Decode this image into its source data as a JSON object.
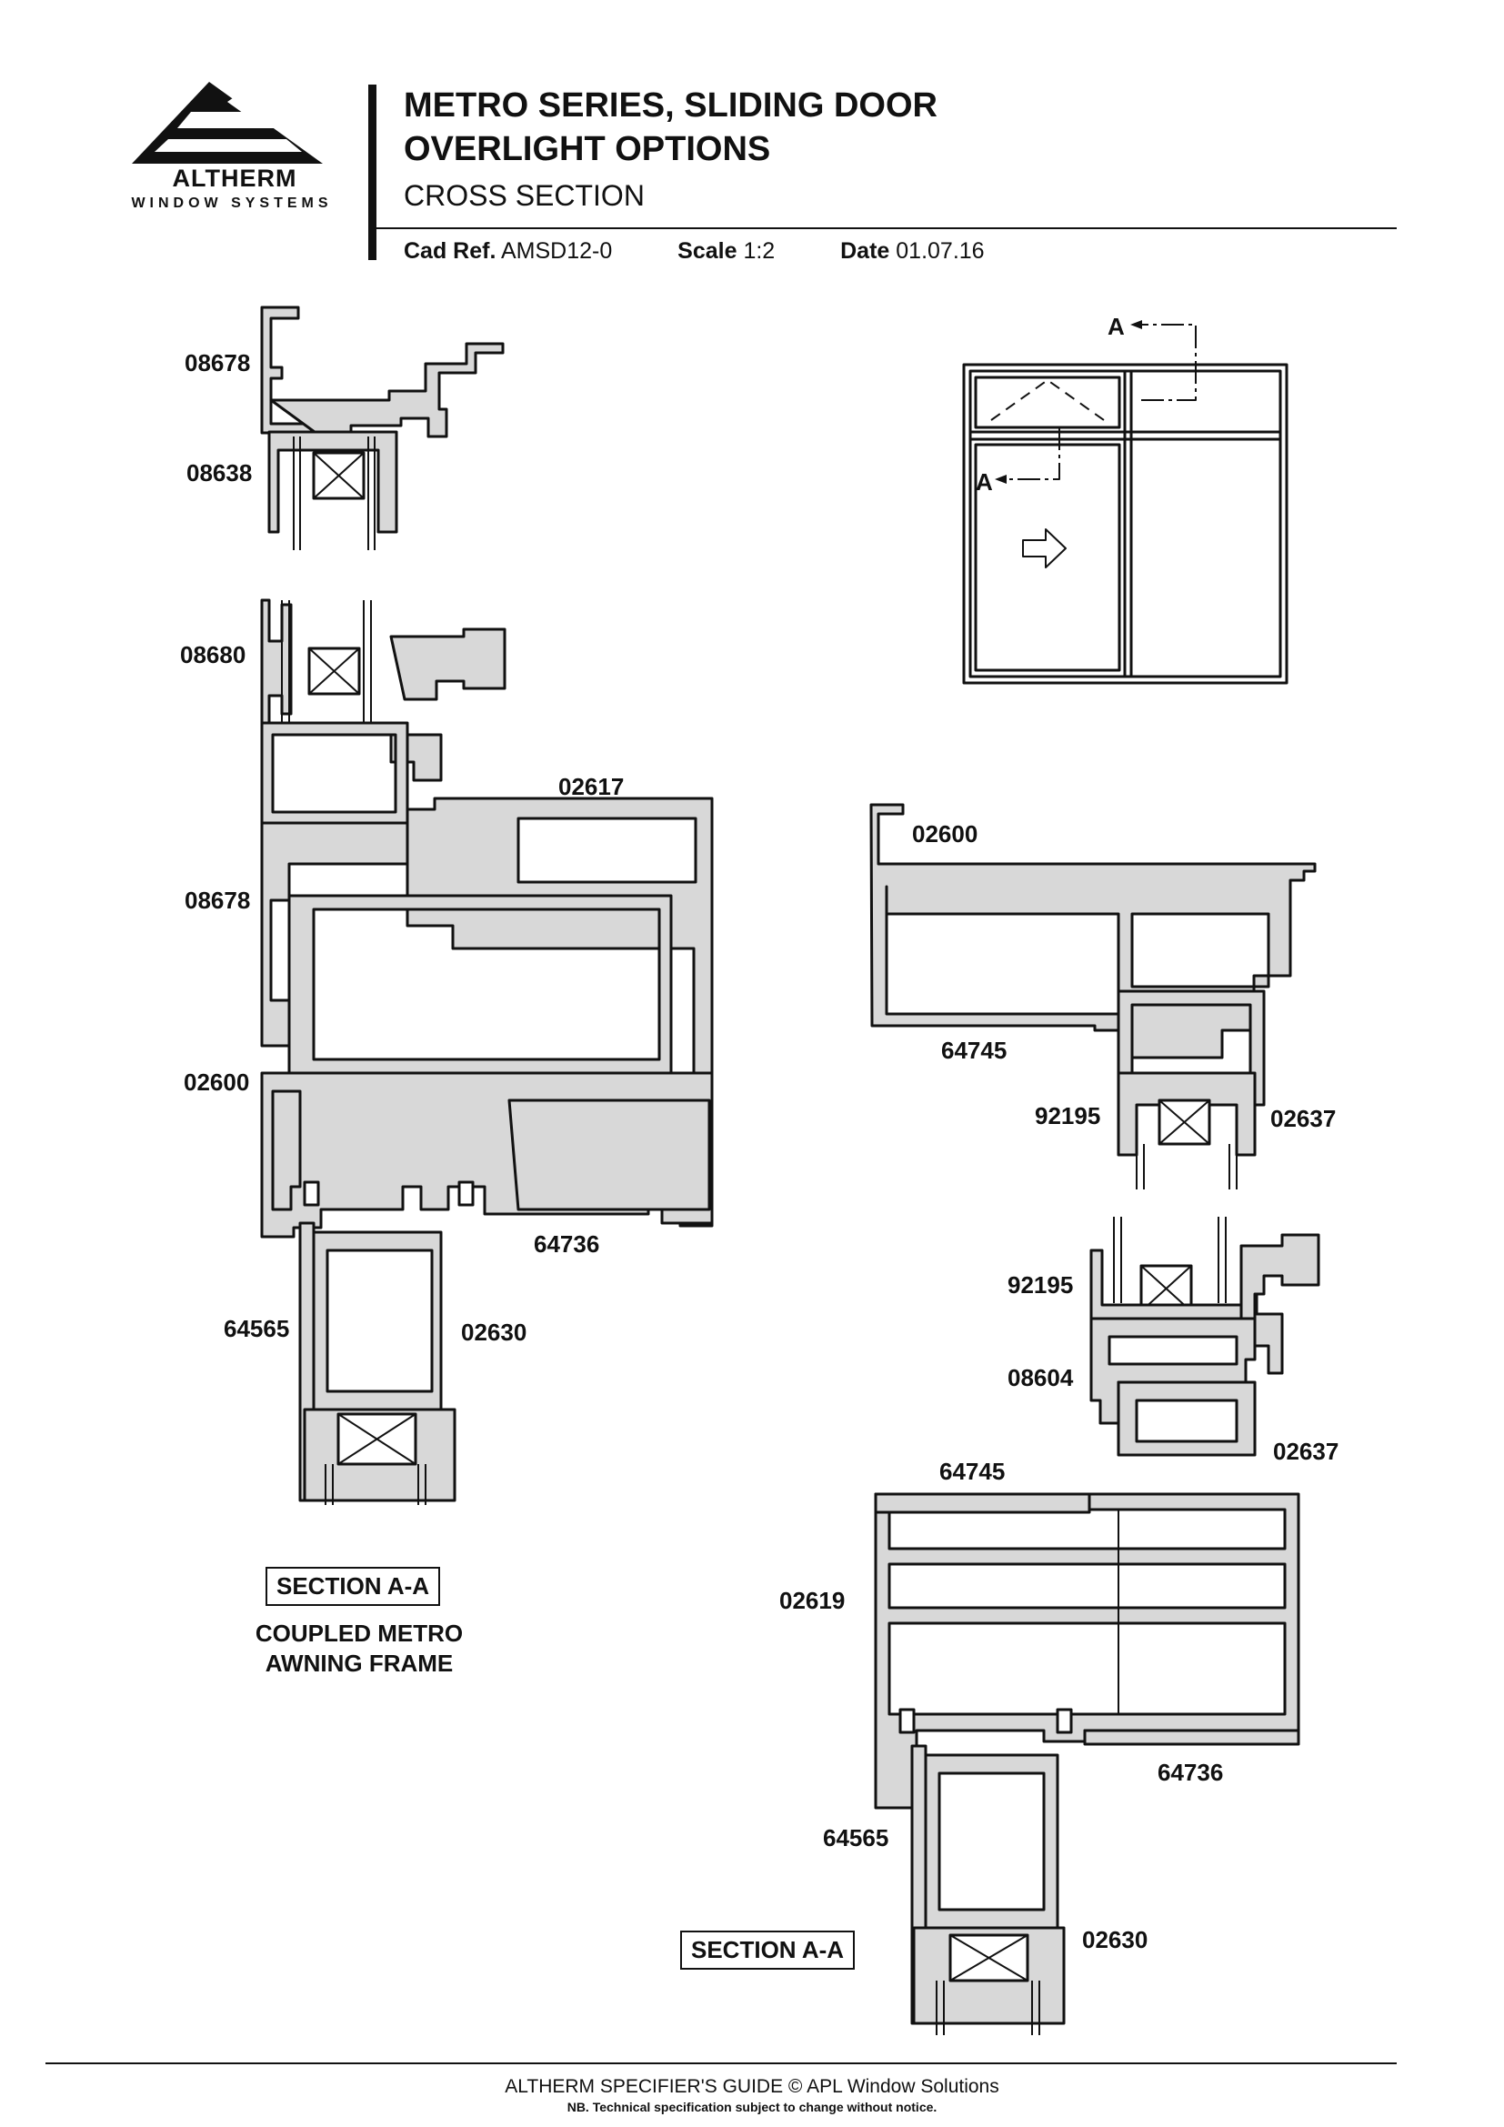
{
  "brand": {
    "name": "ALTHERM",
    "tagline": "WINDOW SYSTEMS"
  },
  "title": {
    "line1": "METRO SERIES, SLIDING DOOR",
    "line2": "OVERLIGHT OPTIONS",
    "subtitle": "CROSS SECTION"
  },
  "meta": {
    "cad_label": "Cad Ref.",
    "cad_value": "AMSD12-0",
    "scale_label": "Scale",
    "scale_value": "1:2",
    "date_label": "Date",
    "date_value": "01.07.16"
  },
  "key_plan": {
    "section_marker_top": "A",
    "section_marker_side": "A"
  },
  "left_section": {
    "labels": [
      "08678",
      "08638",
      "08680",
      "02617",
      "08678",
      "02600",
      "64736",
      "64565",
      "02630"
    ],
    "section_title": "SECTION A-A",
    "caption_line1": "COUPLED METRO",
    "caption_line2": "AWNING FRAME"
  },
  "right_section": {
    "labels": [
      "02600",
      "64745",
      "92195",
      "02637",
      "92195",
      "08604",
      "02637",
      "64745",
      "02619",
      "64736",
      "64565",
      "02630"
    ],
    "section_title": "SECTION A-A"
  },
  "footer": {
    "line1": "ALTHERM SPECIFIER'S GUIDE  © APL Window Solutions",
    "line2": "NB. Technical specification subject to change without notice."
  }
}
